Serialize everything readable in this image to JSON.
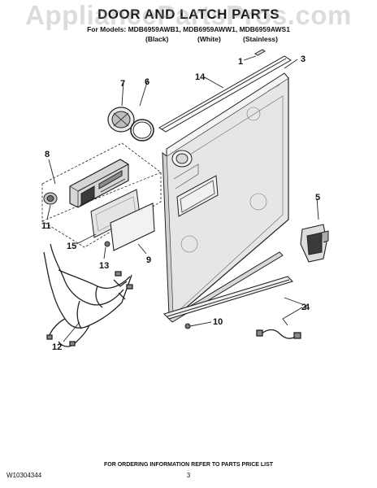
{
  "header": {
    "title": "DOOR AND LATCH PARTS",
    "models": "For Models: MDB6959AWB1, MDB6959AWW1, MDB6959AWS1",
    "variants": [
      "(Black)",
      "(White)",
      "(Stainless)"
    ]
  },
  "watermark": "AppliancePartsPros.com",
  "callouts": [
    "1",
    "2",
    "3",
    "4",
    "5",
    "6",
    "7",
    "8",
    "9",
    "10",
    "11",
    "12",
    "13",
    "14",
    "15"
  ],
  "footer": {
    "note": "FOR ORDERING INFORMATION REFER TO PARTS PRICE LIST",
    "doc_number": "W10304344",
    "page": "3"
  }
}
